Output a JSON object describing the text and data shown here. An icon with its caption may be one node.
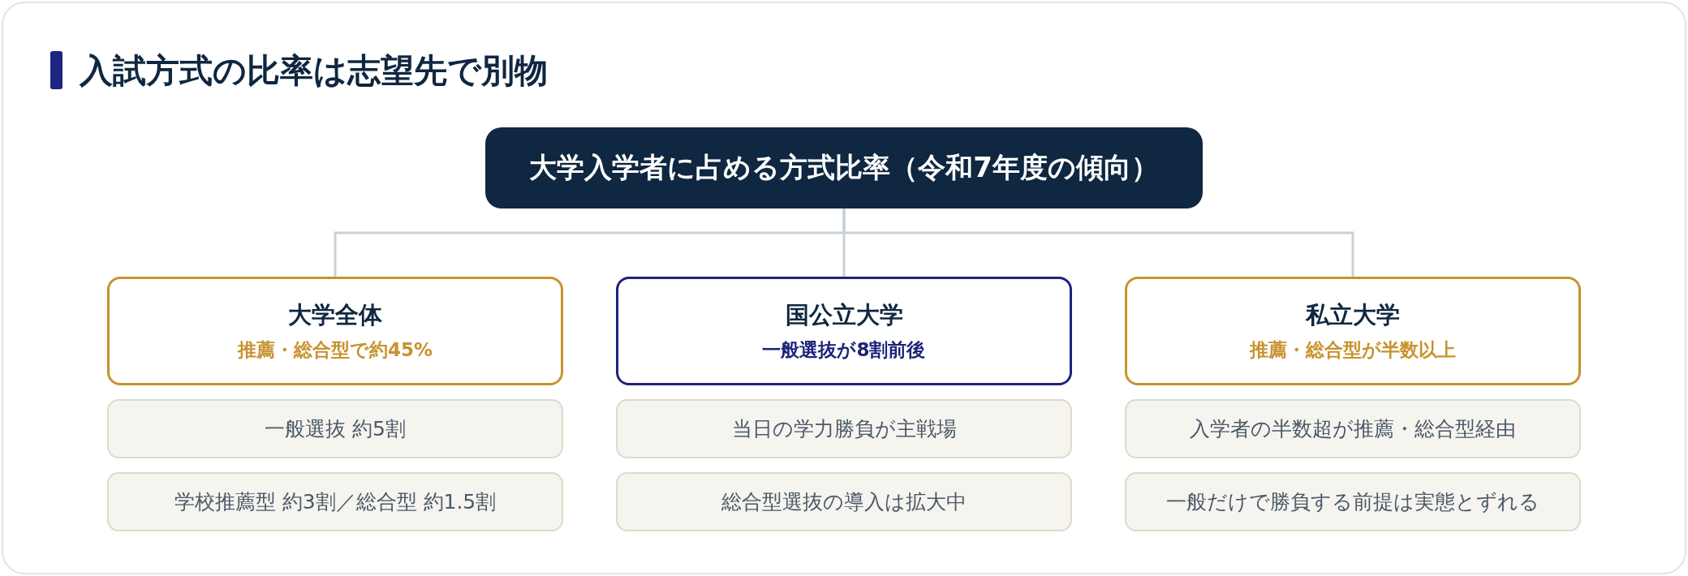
{
  "diagram": {
    "title": "入試方式の比率は志望先で別物",
    "nodes": [
      {
        "text": [
          "大学入学者に占める方式比率（令和7年度の傾向）"
        ]
      },
      {
        "text": [
          "大学全体",
          "推薦・総合型で約45%"
        ]
      },
      {
        "text": [
          "一般選抜 約5割"
        ]
      },
      {
        "text": [
          "学校推薦型 約3割／総合型 約1.5割"
        ]
      },
      {
        "text": [
          "国公立大学",
          "一般選抜が8割前後"
        ]
      },
      {
        "text": [
          "当日の学力勝負が主戦場"
        ]
      },
      {
        "text": [
          "総合型選抜の導入は拡大中"
        ]
      },
      {
        "text": [
          "私立大学",
          "推薦・総合型が半数以上"
        ]
      },
      {
        "text": [
          "入学者の半数超が推薦・総合型経由"
        ]
      },
      {
        "text": [
          "一般だけで勝負する前提は実態とずれる"
        ]
      }
    ],
    "edges": [
      {
        "from": 0,
        "to": 1,
        "arrow": "none"
      },
      {
        "from": 0,
        "to": 4,
        "arrow": "none"
      },
      {
        "from": 0,
        "to": 7,
        "arrow": "none"
      }
    ]
  }
}
